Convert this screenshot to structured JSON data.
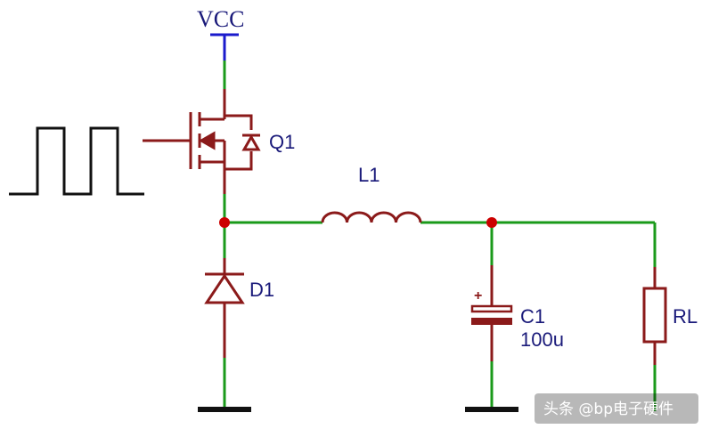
{
  "labels": {
    "vcc": "VCC",
    "q1": "Q1",
    "l1": "L1",
    "d1": "D1",
    "c1": "C1",
    "c1_value": "100u",
    "rl": "RL",
    "c1_polarity": "+"
  },
  "watermark": "头条 @bp电子硬件",
  "colors": {
    "wire": "#1a9a1a",
    "component": "#8b1a1a",
    "power": "#1a1acc",
    "node": "#cc0000",
    "ground": "#111111",
    "label": "#1a1a7a",
    "pwm": "#111111"
  },
  "icons": {
    "q1": "nmos-transistor-icon",
    "d1": "diode-icon",
    "l1": "inductor-icon",
    "c1": "polarized-capacitor-icon",
    "rl": "resistor-icon",
    "ground": "ground-icon",
    "vcc": "power-rail-icon",
    "pwm": "square-wave-icon"
  }
}
